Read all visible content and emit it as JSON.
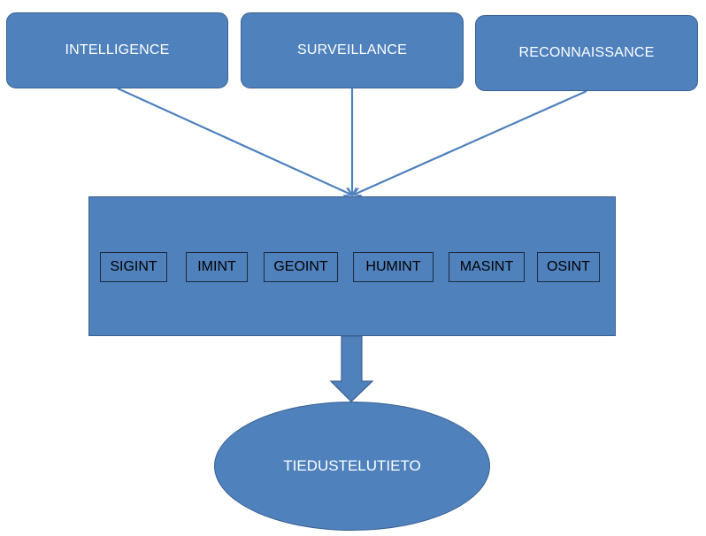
{
  "sources": [
    {
      "label": "INTELLIGENCE"
    },
    {
      "label": "SURVEILLANCE"
    },
    {
      "label": "RECONNAISSANCE"
    }
  ],
  "disciplines": [
    "SIGINT",
    "IMINT",
    "GEOINT",
    "HUMINT",
    "MASINT",
    "OSINT"
  ],
  "result": {
    "label": "TIEDUSTELUTIETO"
  },
  "colors": {
    "fill": "#4f81bd",
    "stroke": "#3a6190",
    "text_light": "#ffffff",
    "text_dark": "#000000"
  }
}
